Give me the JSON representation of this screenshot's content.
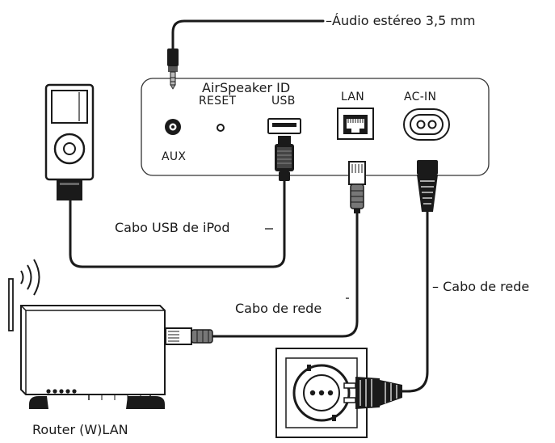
{
  "labels": {
    "audio_cable": "–Áudio estéreo 3,5 mm",
    "usb_cable": "Cabo USB de iPod",
    "network_cable_router": "Cabo de rede",
    "network_cable_power": "– Cabo de rede",
    "router": "Router (W)LAN"
  },
  "device": {
    "name": "AirSpeaker ID",
    "ports": {
      "reset": "RESET",
      "usb": "USB",
      "lan": "LAN",
      "ac_in": "AC-IN",
      "aux": "AUX"
    }
  }
}
